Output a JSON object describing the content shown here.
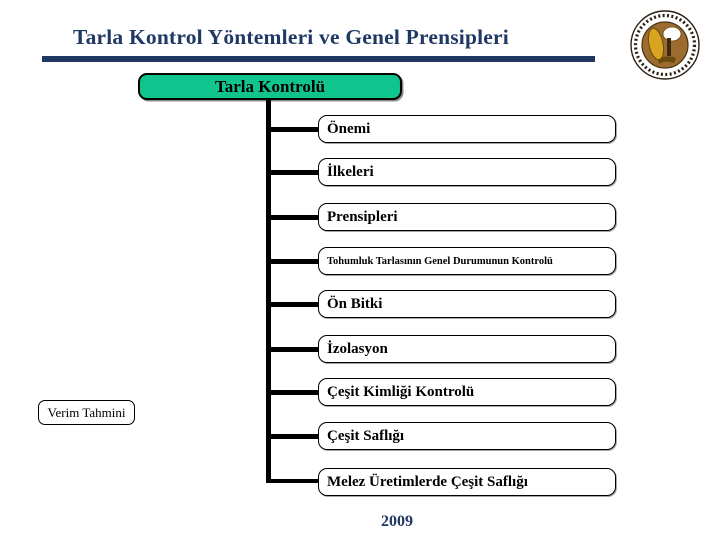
{
  "header": {
    "title": "Tarla Kontrol Yöntemleri ve Genel Prensipleri"
  },
  "logo": {
    "name": "university-seal",
    "colors": {
      "ring": "#2b2013",
      "disc": "#9C6B2F",
      "wheat": "#D9A520",
      "accent": "#ffffff"
    }
  },
  "diagram": {
    "root_label": "Tarla Kontrolü",
    "root_fill": "#10C48E",
    "connector_color": "#000000",
    "children": [
      {
        "label": "Önemi"
      },
      {
        "label": "İlkeleri"
      },
      {
        "label": "Prensipleri"
      },
      {
        "label": "Tohumluk Tarlasının Genel Durumunun Kontrolü"
      },
      {
        "label": "Ön Bitki"
      },
      {
        "label": "İzolasyon"
      },
      {
        "label": "Çeşit Kimliği Kontrolü"
      },
      {
        "label": "Çeşit Saflığı"
      },
      {
        "label": "Melez Üretimlerde Çeşit Saflığı"
      }
    ],
    "floating_label": "Verim Tahmini"
  },
  "footer": {
    "year": "2009"
  },
  "colors": {
    "title_text": "#1F3864",
    "title_rule": "#1F3864",
    "year_text": "#1F3864",
    "box_border": "#000000",
    "background": "#ffffff"
  }
}
